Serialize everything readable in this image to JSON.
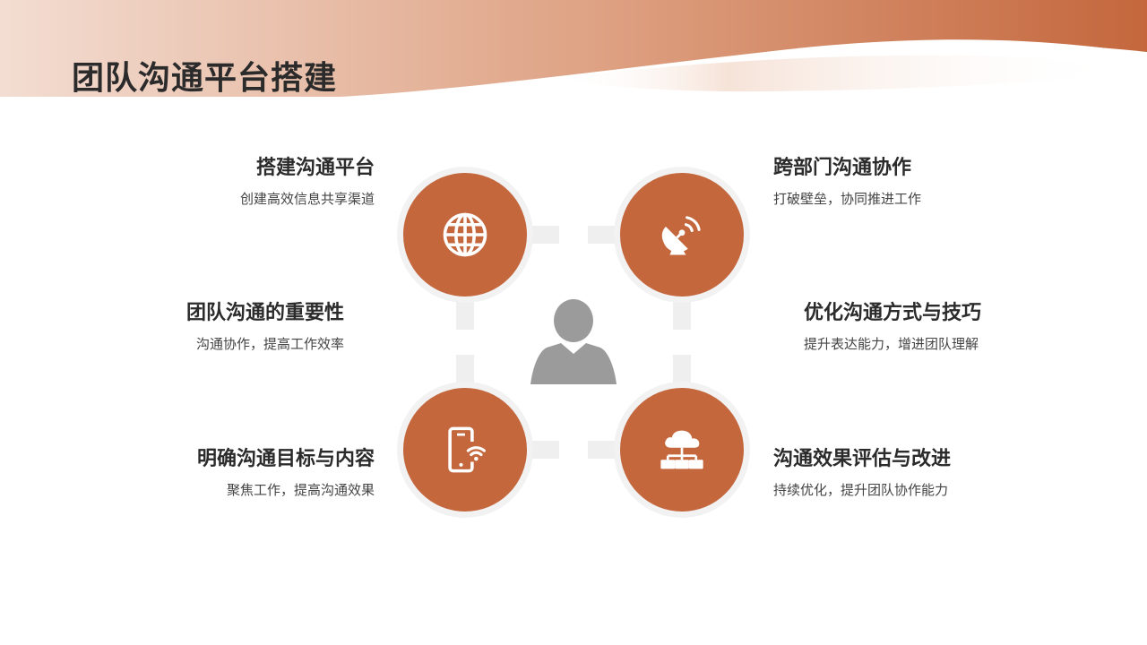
{
  "page": {
    "title": "团队沟通平台搭建"
  },
  "colors": {
    "accent": "#C4673D",
    "ring": "#F2F2F2",
    "connector": "#EFEFEF",
    "person": "#9B9B9B"
  },
  "items": [
    {
      "heading": "搭建沟通平台",
      "desc": "创建高效信息共享渠道",
      "icon": "globe-icon"
    },
    {
      "heading": "跨部门沟通协作",
      "desc": "打破壁垒，协同推进工作",
      "icon": "satellite-dish-icon"
    },
    {
      "heading": "团队沟通的重要性",
      "desc": "沟通协作，提高工作效率"
    },
    {
      "heading": "优化沟通方式与技巧",
      "desc": "提升表达能力，增进团队理解"
    },
    {
      "heading": "明确沟通目标与内容",
      "desc": "聚焦工作，提高沟通效果",
      "icon": "mobile-wifi-icon"
    },
    {
      "heading": "沟通效果评估与改进",
      "desc": "持续优化，提升团队协作能力",
      "icon": "cloud-network-icon"
    }
  ],
  "center": {
    "icon": "user-icon"
  }
}
